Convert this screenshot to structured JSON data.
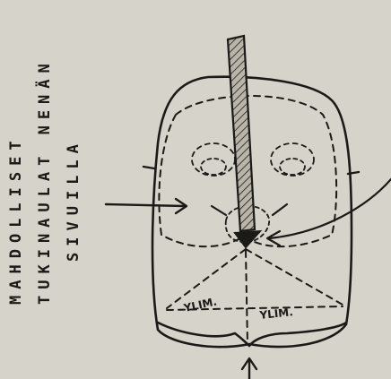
{
  "notes": {
    "line1": "MAHDOLLISET",
    "line2": "TUKINAULAT NENÄN",
    "line3": "SIVUILLA"
  },
  "labels": {
    "left_region": "YLIM.",
    "right_region": "YLIM."
  },
  "colors": {
    "paper": "#d6d3ca",
    "ink": "#1b1a17",
    "stick_fill": "#b9b5ab"
  }
}
